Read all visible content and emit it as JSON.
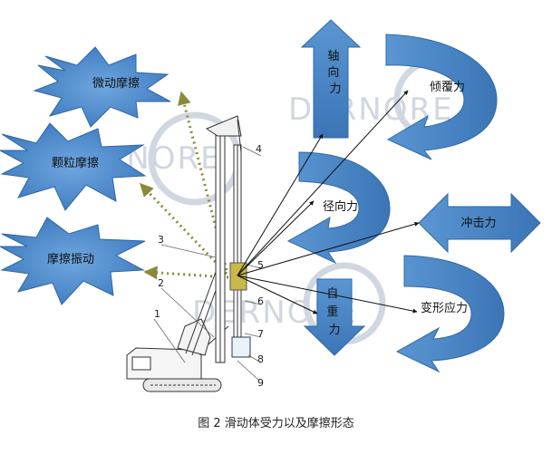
{
  "watermark": "DERNORE",
  "friction_bursts": [
    {
      "label": "微动摩擦"
    },
    {
      "label": "颗粒摩擦"
    },
    {
      "label": "摩擦振动"
    }
  ],
  "forces": {
    "axial": "轴向力",
    "overturning": "倾覆力",
    "radial": "径向力",
    "impact": "冲击力",
    "gravity": "自重力",
    "deformation": "变形应力"
  },
  "callouts": [
    "1",
    "2",
    "3",
    "4",
    "5",
    "6",
    "7",
    "8",
    "9"
  ],
  "caption": "图 2 滑动体受力以及摩擦形态",
  "colors": {
    "arrow_blue": "#4a86c5",
    "burst_blue": "#3f7fc2",
    "text_dark": "#1a3a66",
    "dots": "#8a8a3a",
    "watermark": "#9aa7bd"
  }
}
